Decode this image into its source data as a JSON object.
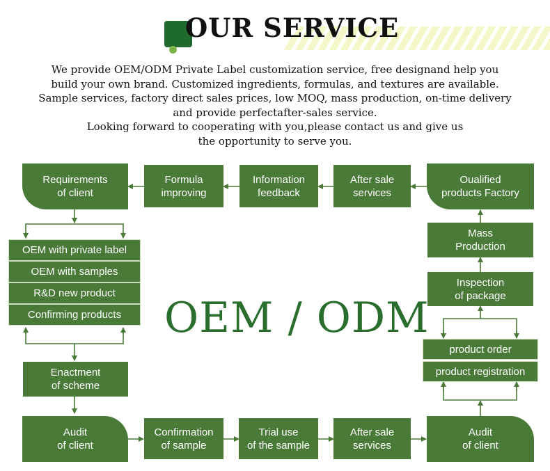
{
  "header": {
    "title": "OUR SERVICE",
    "intro_lines": [
      "We provide OEM/ODM Private Label customization service, free designand help you",
      "build your own brand. Customized ingredients, formulas, and textures are available.",
      "Sample services, factory direct sales prices, low MOQ, mass production, on-time delivery",
      "and provide perfectafter-sales service.",
      "Looking forward to cooperating with you,please contact us and give us",
      "the opportunity to serve you."
    ]
  },
  "center_text": "OEM / ODM",
  "colors": {
    "box": "#4a7a38",
    "dark_green": "#1f6b2e",
    "text_green": "#2a6e2e",
    "arrow": "#4a7a38"
  },
  "flow": {
    "requirements": "Requirements\nof client",
    "formula": "Formula\nimproving",
    "information": "Information\nfeedback",
    "after_sale_top": "After sale\nservices",
    "qualified": "Oualified\nproducts Factory",
    "oem_list": [
      "OEM with private label",
      "OEM with samples",
      "R&D new product",
      "Confirming products"
    ],
    "enactment": "Enactment\nof scheme",
    "audit_left": "Audit\nof  client",
    "confirmation": "Confirmation\nof sample",
    "trial": "Trial use\nof the sample",
    "after_sale_bottom": "After sale\nservices",
    "audit_right": "Audit\nof client",
    "mass": "Mass\nProduction",
    "inspection": "Inspection\nof package",
    "product_list": [
      "product order",
      "product registration"
    ]
  }
}
